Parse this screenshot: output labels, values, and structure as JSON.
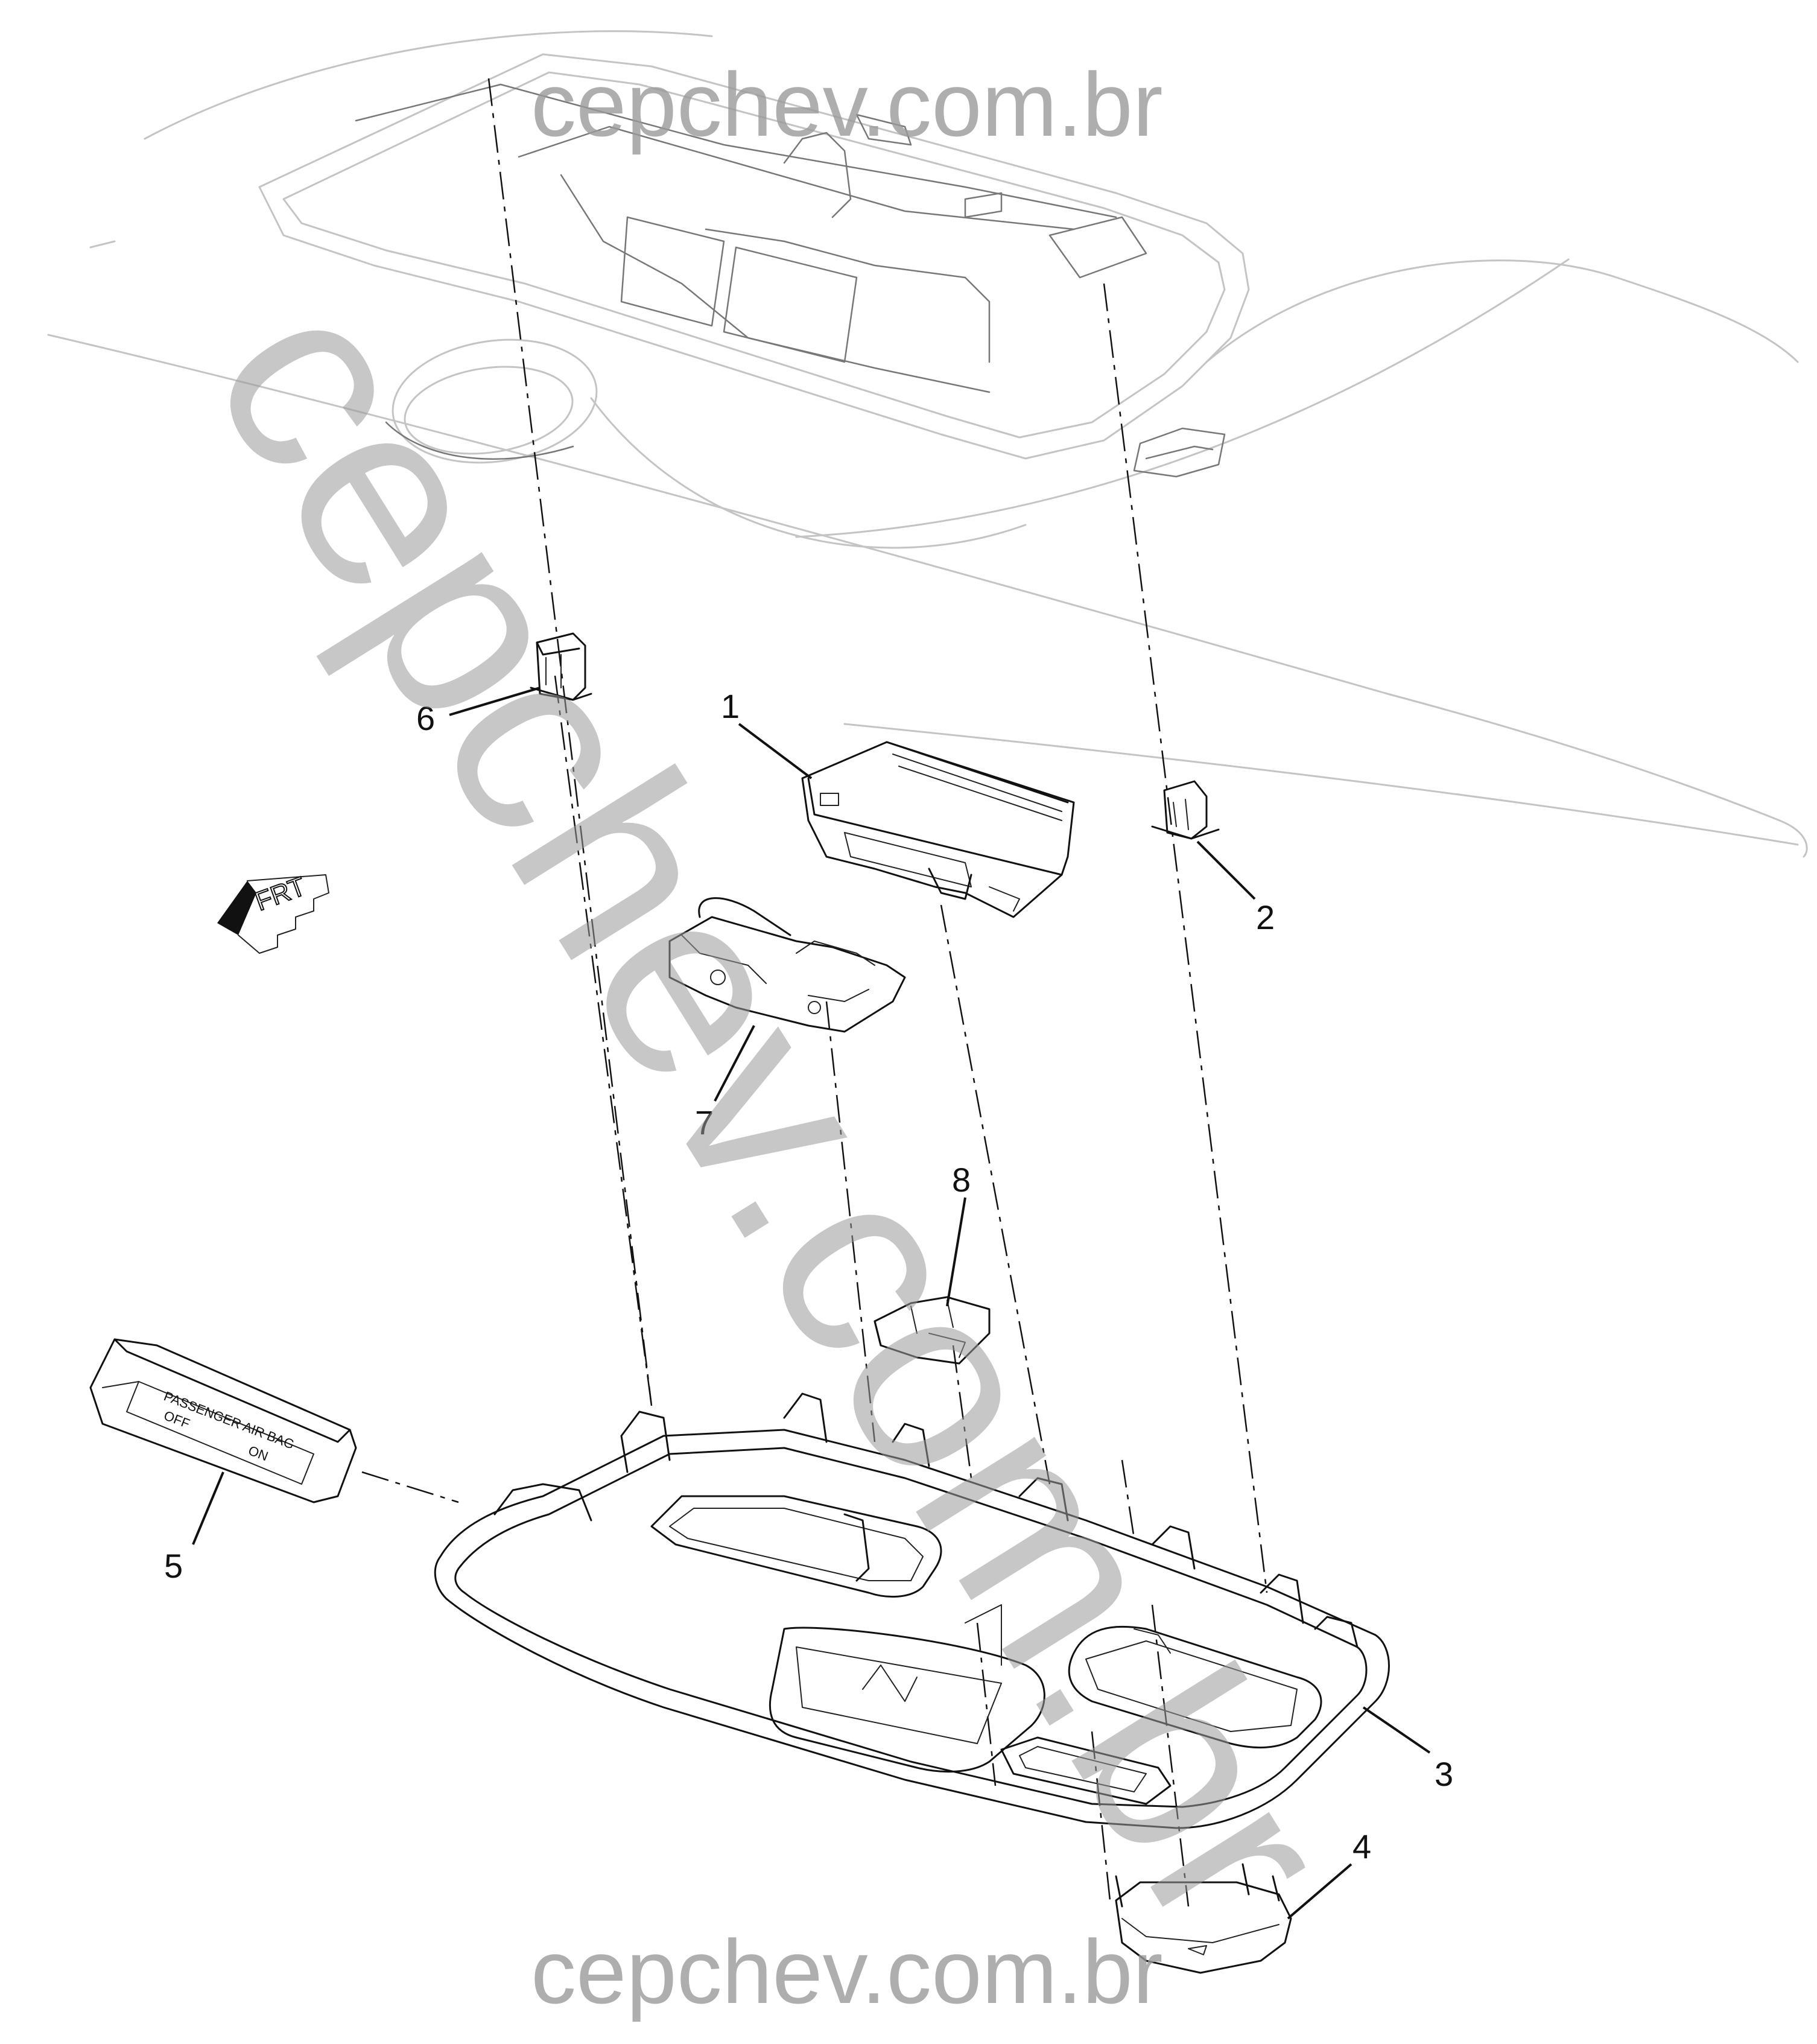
{
  "watermark": {
    "top": "cepchev.com.br",
    "diagonal": "cepchev.com.br",
    "bottom": "cepchev.com.br"
  },
  "orientation": {
    "label": "FRT",
    "icon": "front-direction-arrow-icon"
  },
  "callouts": [
    "1",
    "2",
    "3",
    "4",
    "5",
    "6",
    "7",
    "8"
  ],
  "switch_panel": {
    "line1": "PASSENGER AIR BAG",
    "line2": "OFF",
    "line3": "ON"
  }
}
